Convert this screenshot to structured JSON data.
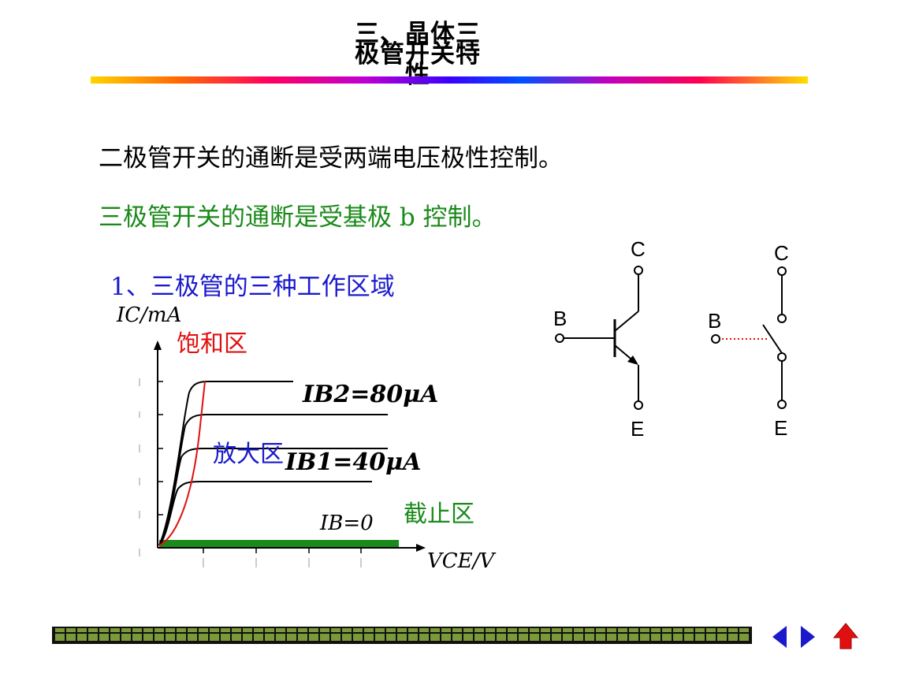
{
  "slide": {
    "title": "三、晶体三极管开关特性",
    "title_lines": [
      "三、晶体三",
      "极管开关特",
      "性"
    ],
    "line1": "二极管开关的通断是受两端电压极性控制。",
    "line2": "三极管开关的通断是受基极 b 控制。",
    "section": "1、三极管的三种工作区域"
  },
  "chart_data": {
    "type": "line",
    "xlabel": "VCE/V",
    "ylabel": "IC/mA",
    "regions": {
      "saturation": "饱和区",
      "amplification": "放大区",
      "cutoff": "截止区"
    },
    "series": [
      {
        "name": "IB2=80μA"
      },
      {
        "name": "IB1=40μA"
      },
      {
        "name": "IB=0"
      }
    ],
    "curve_labels": [
      "IB2=80μA",
      "IB1=40μA",
      "IB=0"
    ]
  },
  "transistor": {
    "collector": "C",
    "base": "B",
    "emitter": "E"
  },
  "switch": {
    "collector": "C",
    "base": "B",
    "emitter": "E"
  },
  "colors": {
    "line2": "#1a8a1a",
    "section": "#1a1acc",
    "saturation": "#e01010",
    "cutoff_band": "#1a8a1a",
    "dotted_link": "#e01010",
    "nav_arrow": "#1a1acc",
    "home_arrow": "#e01010"
  },
  "nav": {
    "prev_icon": "triangle-left-icon",
    "next_icon": "triangle-right-icon",
    "home_icon": "home-up-arrow-icon"
  }
}
